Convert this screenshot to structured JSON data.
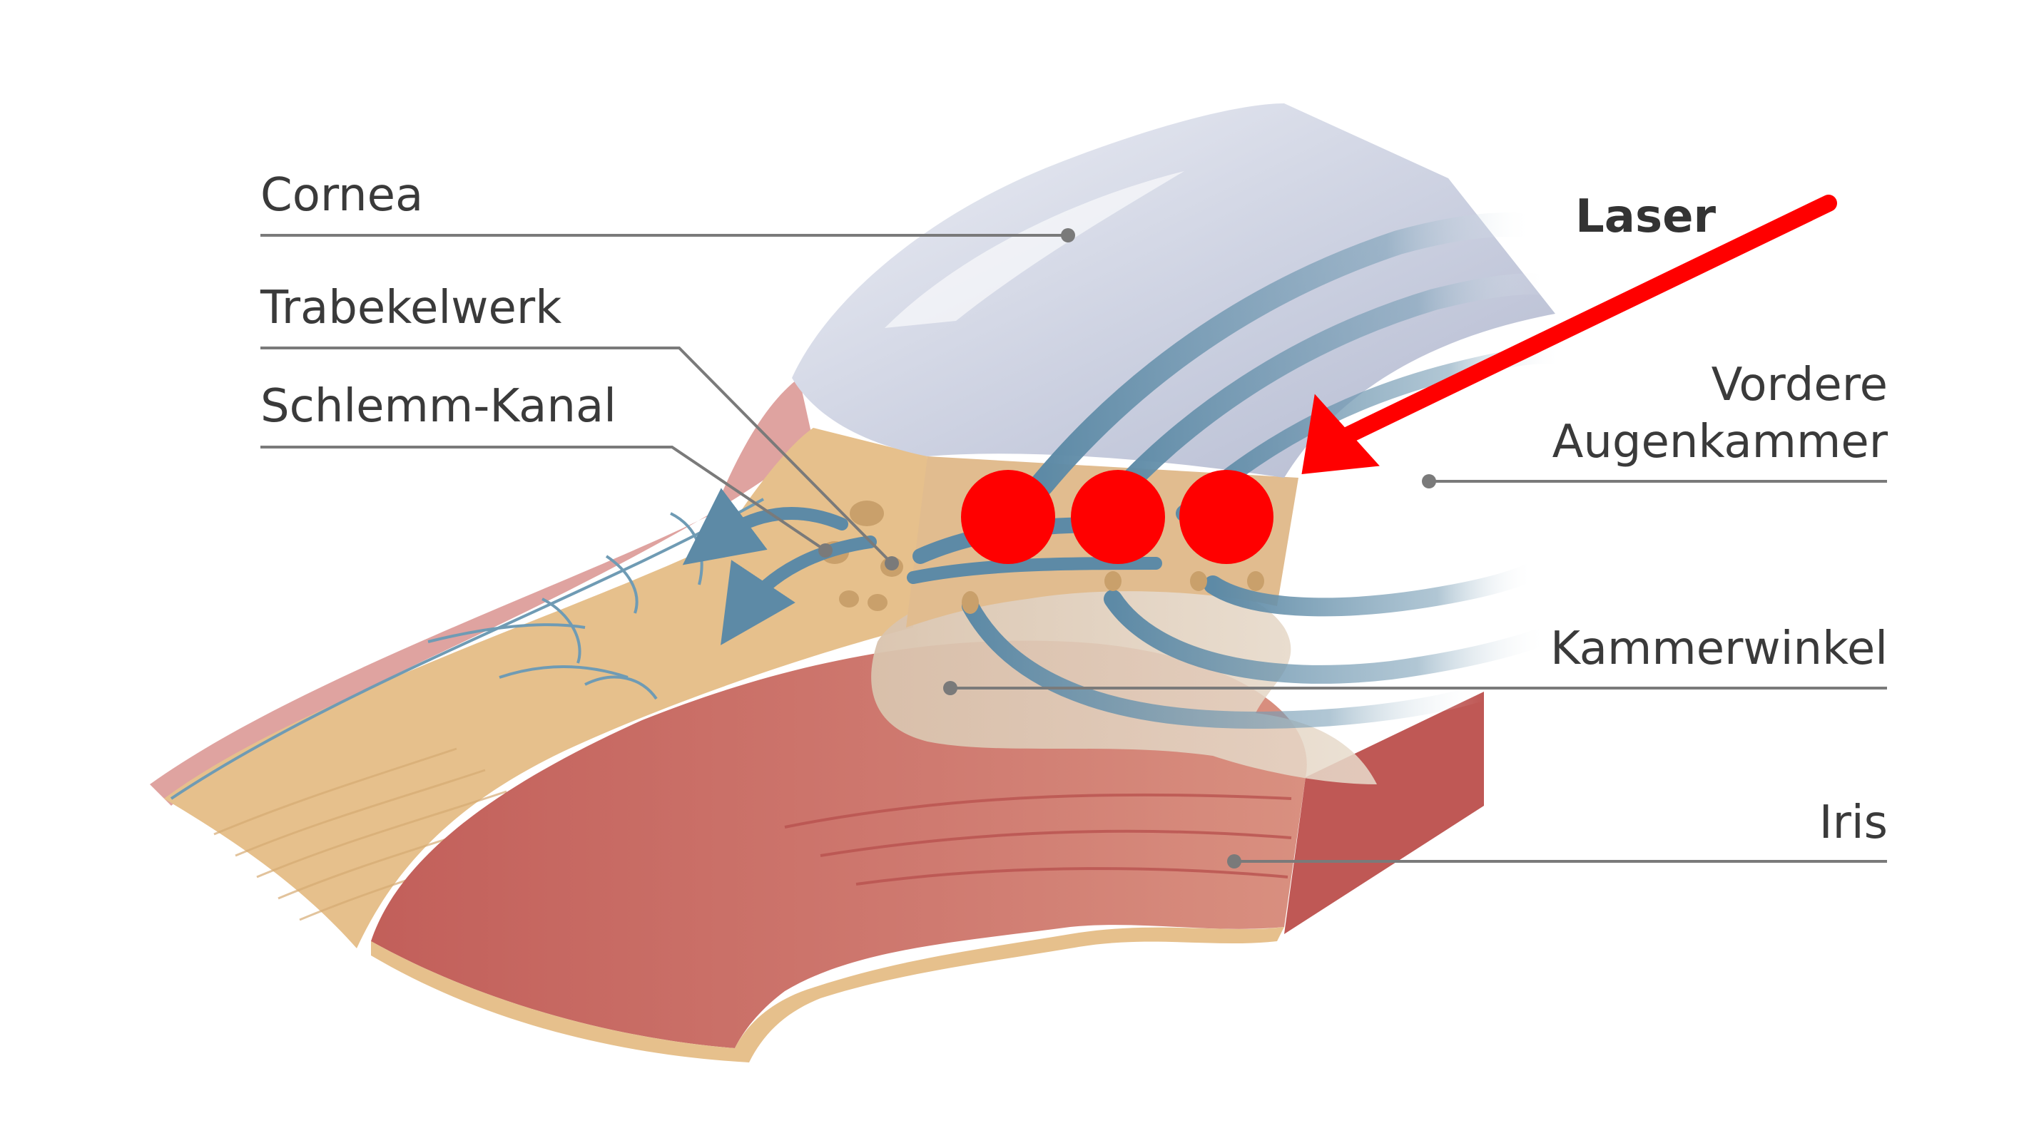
{
  "labels": {
    "cornea": "Cornea",
    "trabekelwerk": "Trabekelwerk",
    "schlemm": "Schlemm-Kanal",
    "laser": "Laser",
    "vordere_line1": "Vordere",
    "vordere_line2": "Augenkammer",
    "kammerwinkel": "Kammerwinkel",
    "iris": "Iris"
  },
  "colors": {
    "laser": "#ff0000",
    "leader_line": "#7a7a7a",
    "sclera": "#e6c08c",
    "iris": "#c96560",
    "cornea": "#c5cadb",
    "flow": "#5d8aa6"
  }
}
